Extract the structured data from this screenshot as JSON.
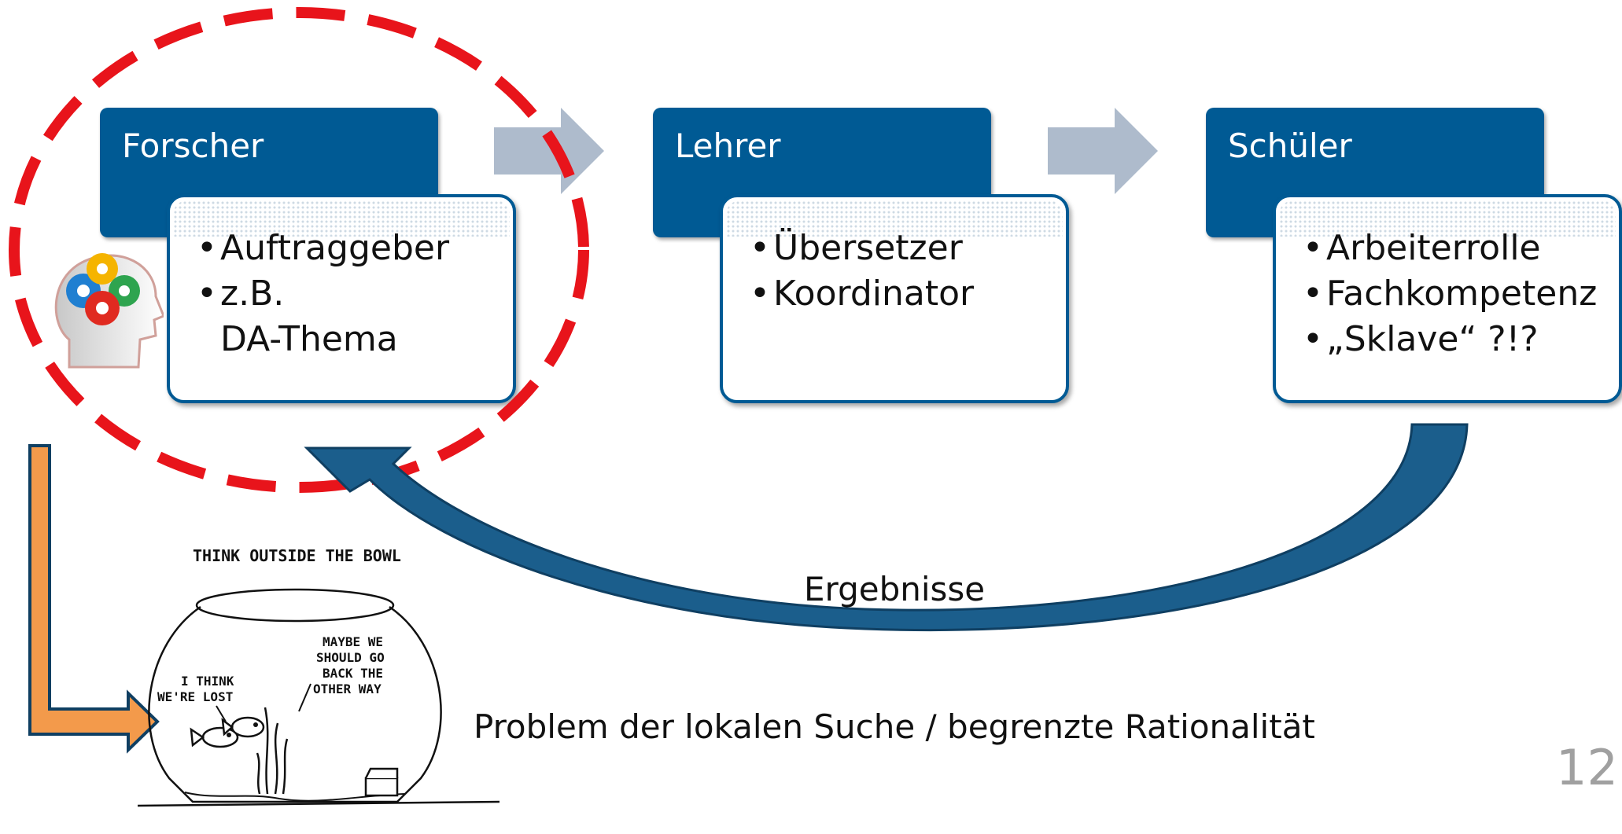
{
  "colors": {
    "header_blue": "#005a94",
    "arrow_gray": "#aebbcc",
    "feedback_arrow_blue": "#1b5e8c",
    "highlight_red": "#e8141b",
    "orange_arrow": "#f39a4b"
  },
  "stages": [
    {
      "title": "Forscher",
      "items": [
        "Auftraggeber",
        "z.B.\nDA-Thema"
      ]
    },
    {
      "title": "Lehrer",
      "items": [
        "Übersetzer",
        "Koordinator"
      ]
    },
    {
      "title": "Schüler",
      "items": [
        "Arbeiterrolle",
        "Fachkompetenz",
        "„Sklave“ ?!?"
      ]
    }
  ],
  "feedback_label": "Ergebnisse",
  "comic": {
    "title": "THINK OUTSIDE THE BOWL",
    "speech_left": [
      "I THINK",
      "WE'RE LOST"
    ],
    "speech_right": [
      "MAYBE WE",
      "SHOULD GO",
      "BACK THE",
      "OTHER WAY"
    ]
  },
  "problem_caption": "Problem der lokalen Suche / begrenzte Rationalität",
  "page_number": "12",
  "icons": {
    "head": "head-with-gears-icon",
    "flow_arrow": "right-arrow-icon"
  }
}
